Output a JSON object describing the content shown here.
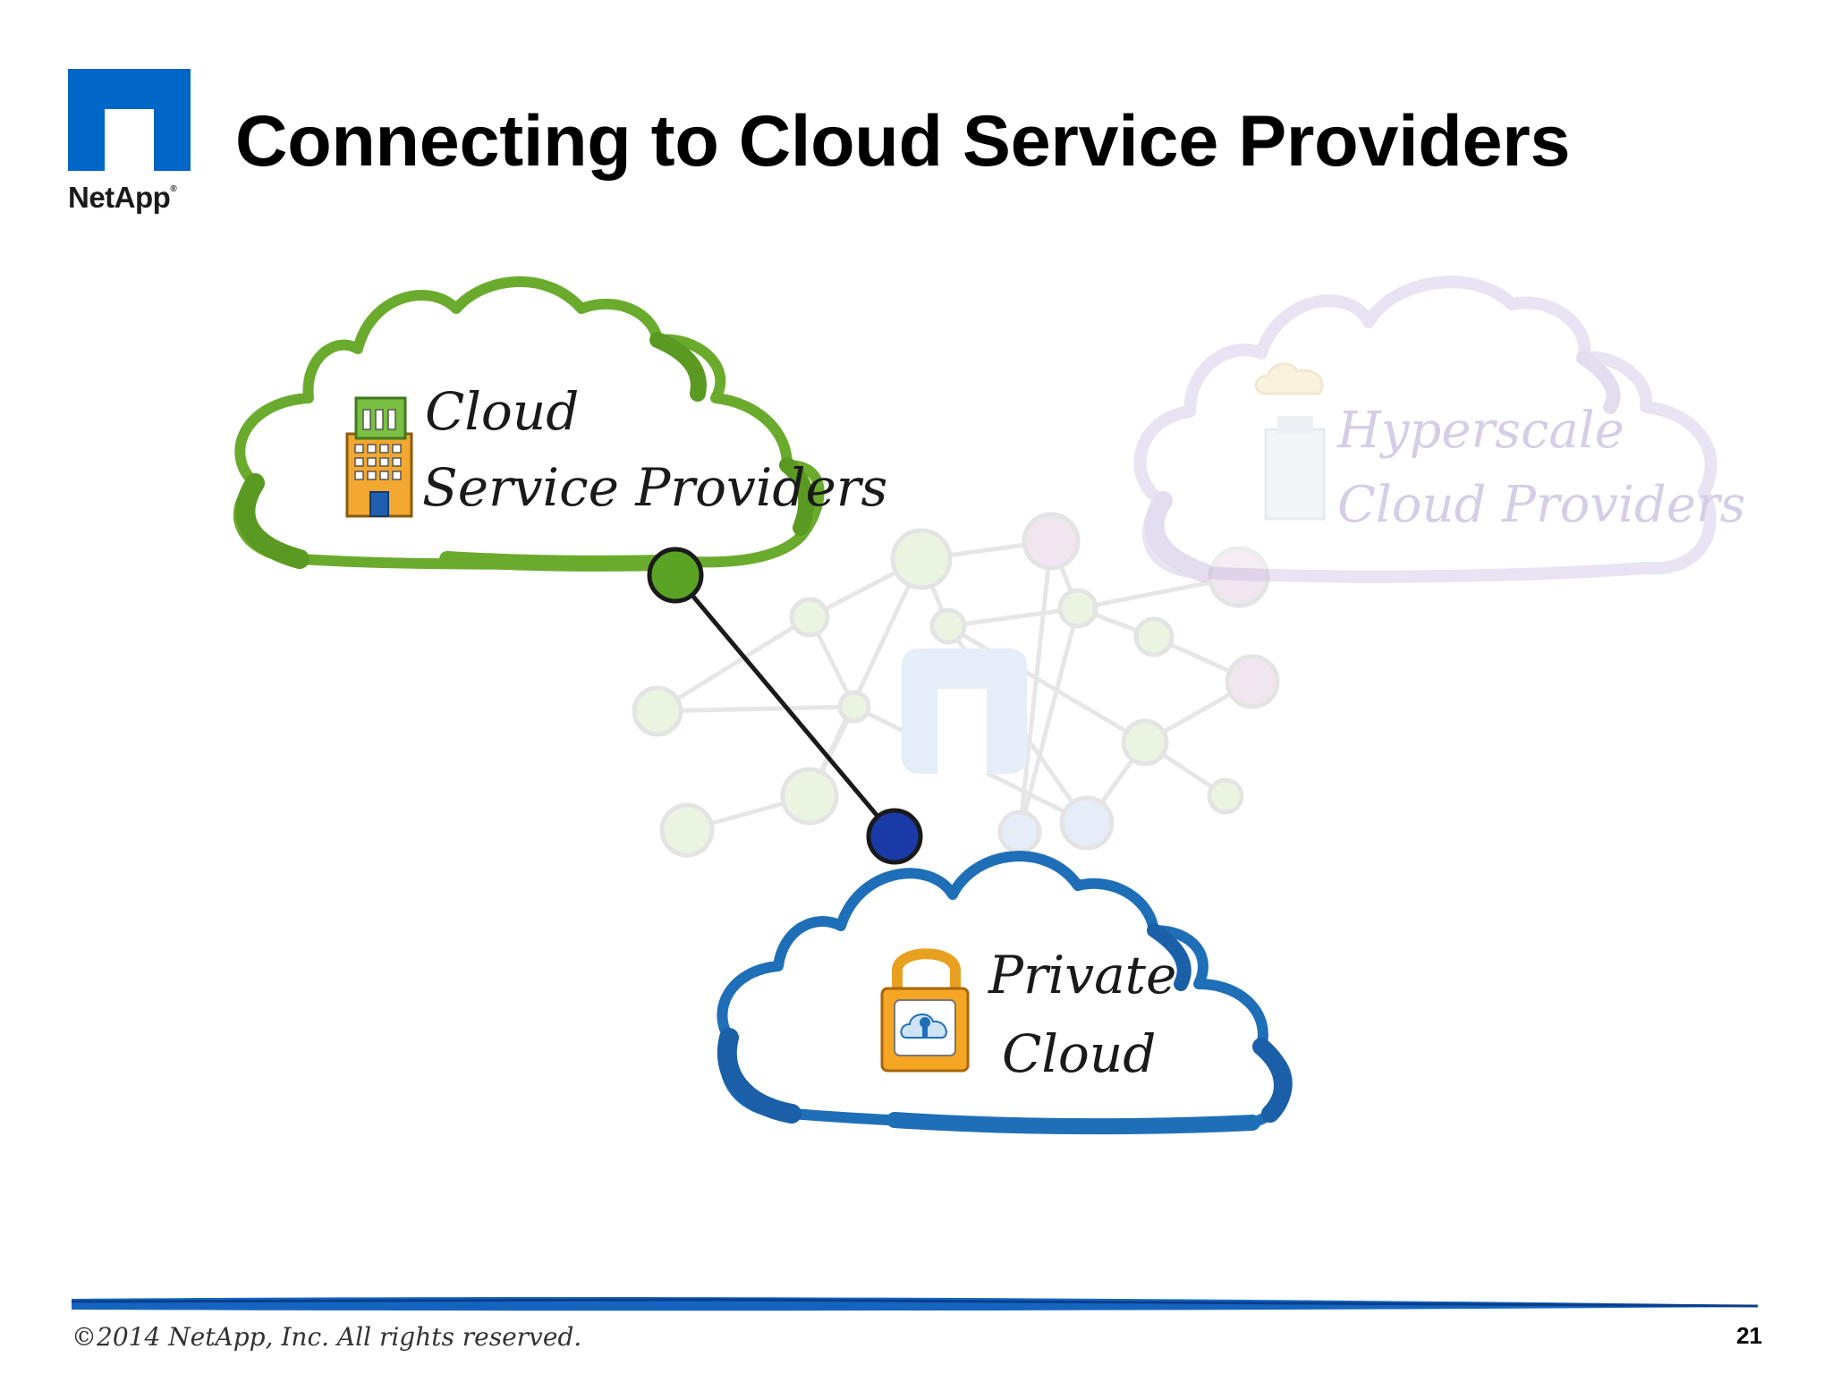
{
  "slide": {
    "title": "Connecting to Cloud Service Providers",
    "logo_text": "NetApp",
    "logo_mark": "®",
    "footer": "©2014 NetApp, Inc. All rights reserved.",
    "page_number": "21"
  },
  "clouds": {
    "service_providers": {
      "line1": "Cloud",
      "line2": "Service Providers",
      "icon": "office-building-icon",
      "color": "#6aab2e"
    },
    "hyperscale": {
      "line1": "Hyperscale",
      "line2": "Cloud Providers",
      "icon": "cloud-building-icon",
      "color": "#c9b8e0"
    },
    "private": {
      "line1": "Private",
      "line2": "Cloud",
      "icon": "padlock-icon",
      "color": "#1f6fb8"
    }
  },
  "colors": {
    "brand_blue": "#0066c8",
    "connector_green": "#5aa324",
    "connector_blue": "#1a3aa8",
    "footer_rule": "#1565c0"
  }
}
